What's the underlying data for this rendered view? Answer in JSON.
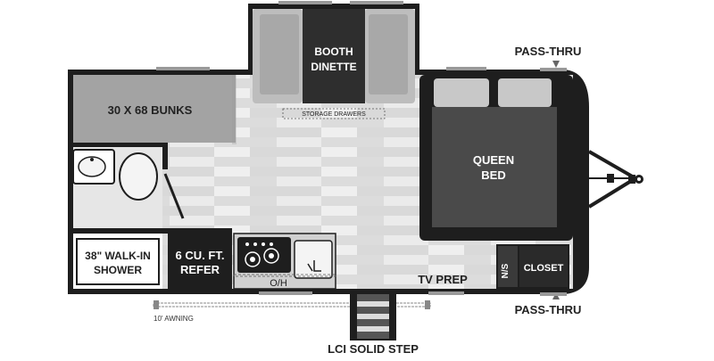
{
  "floorplan": {
    "labels": {
      "bunks": "30 X 68 BUNKS",
      "booth_line1": "BOOTH",
      "booth_line2": "DINETTE",
      "storage_drawers": "STORAGE DRAWERS",
      "queen_line1": "QUEEN",
      "queen_line2": "BED",
      "pass_thru_top": "PASS-THRU",
      "pass_thru_bottom": "PASS-THRU",
      "shower_line1": "38\" WALK-IN",
      "shower_line2": "SHOWER",
      "refer_line1": "6 CU. FT.",
      "refer_line2": "REFER",
      "oh": "O/H",
      "tv_prep": "TV PREP",
      "ns": "N/S",
      "closet": "CLOSET",
      "awning": "10' AWNING",
      "step": "LCI SOLID STEP"
    },
    "colors": {
      "wall": "#1e1e1e",
      "floor_light": "#e4e4e4",
      "bunk_gray": "#a3a3a3",
      "bed_gray": "#4a4a4a",
      "cushion": "#bdbdbd"
    }
  }
}
